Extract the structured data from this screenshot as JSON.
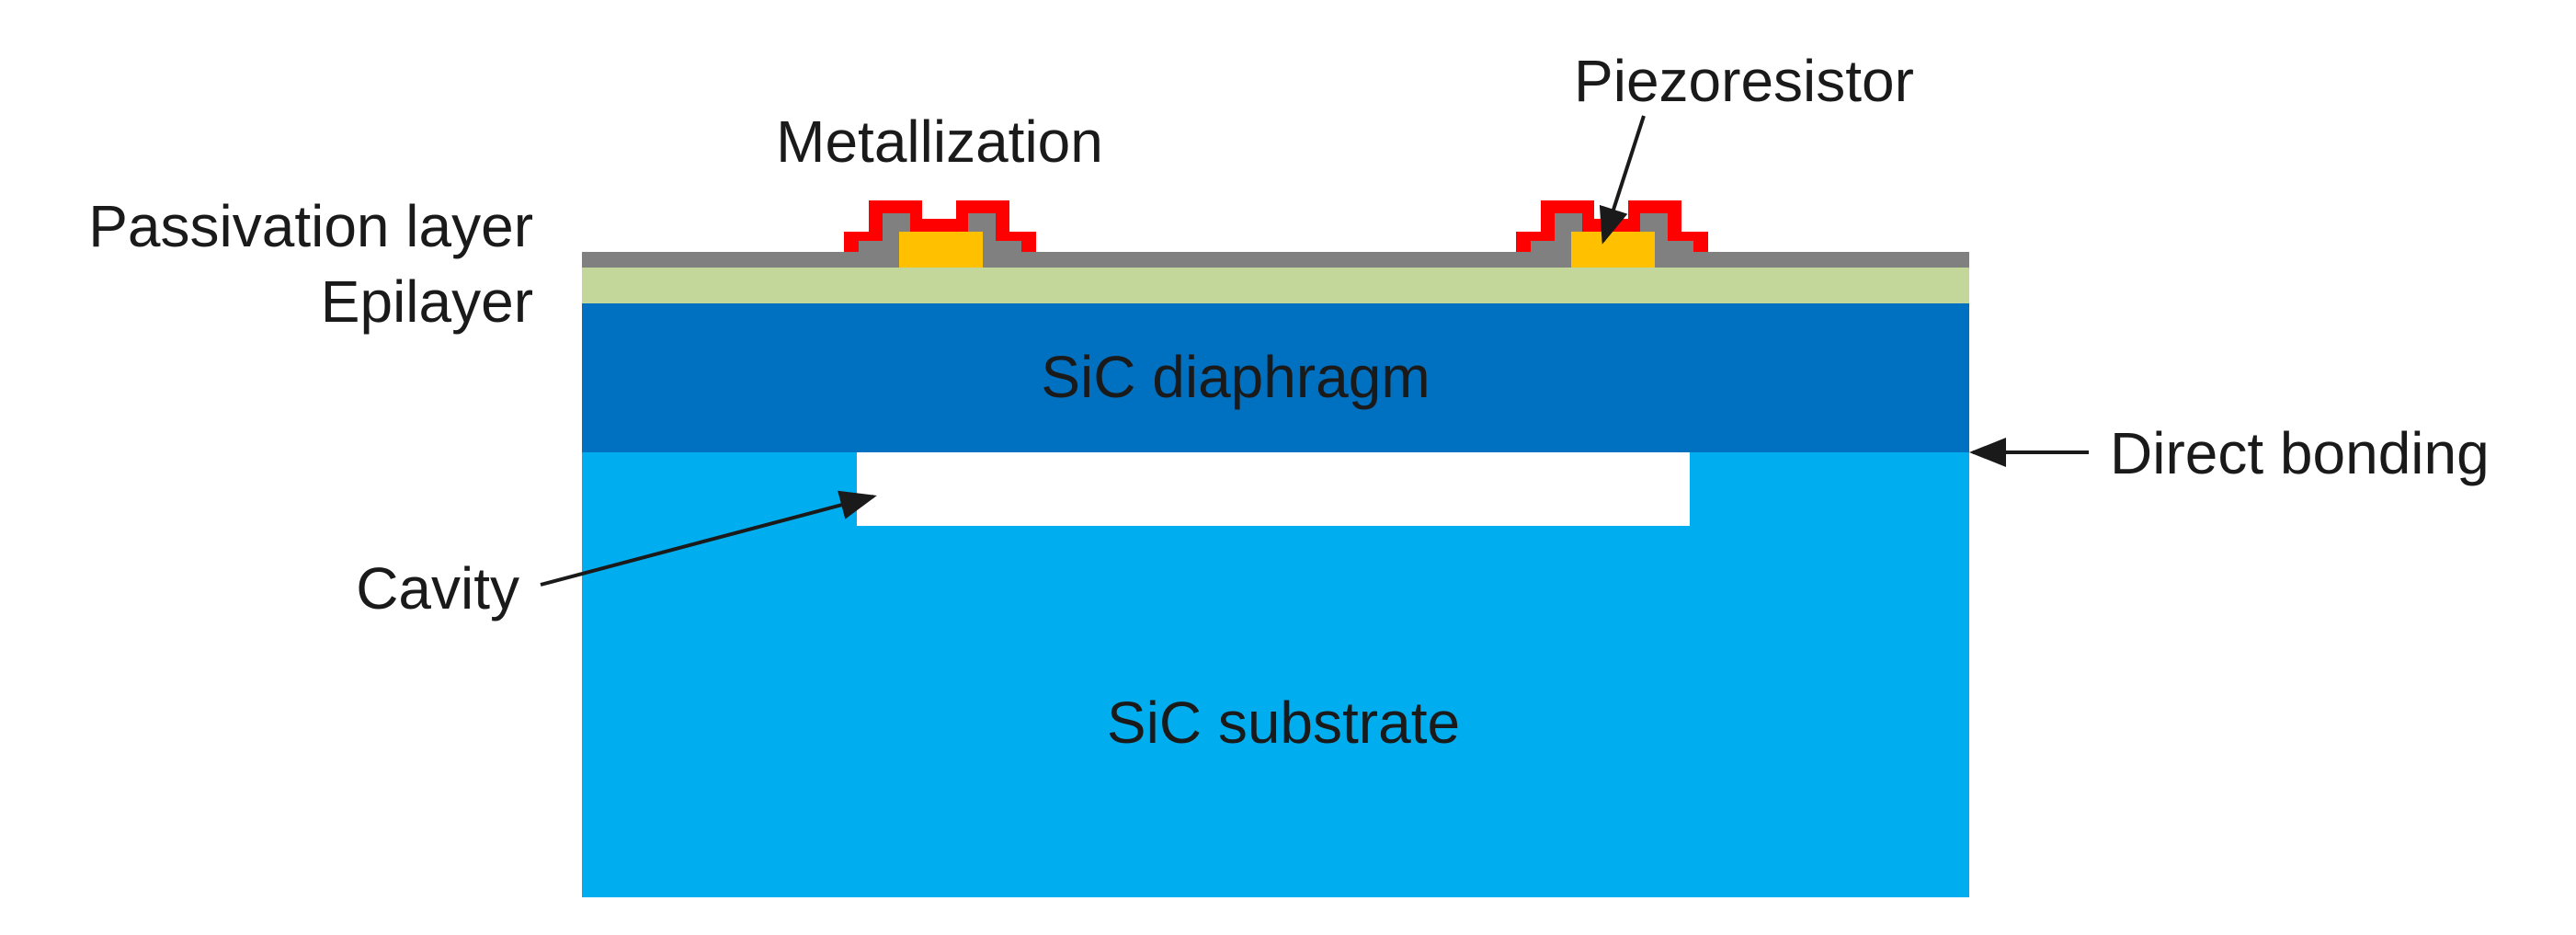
{
  "labels": {
    "metallization": "Metallization",
    "piezoresistor": "Piezoresistor",
    "passivation_layer": "Passivation layer",
    "epilayer": "Epilayer",
    "sic_diaphragm": "SiC diaphragm",
    "direct_bonding": "Direct bonding",
    "cavity": "Cavity",
    "sic_substrate": "SiC substrate"
  },
  "colors": {
    "substrate": "#00AEEF",
    "diaphragm": "#0070C0",
    "epilayer": "#C4D79B",
    "passivation": "#808080",
    "metallization": "#FF0000",
    "piezoresistor": "#FFC000",
    "cavity": "#FFFFFF",
    "text": "#1A1A1A"
  }
}
